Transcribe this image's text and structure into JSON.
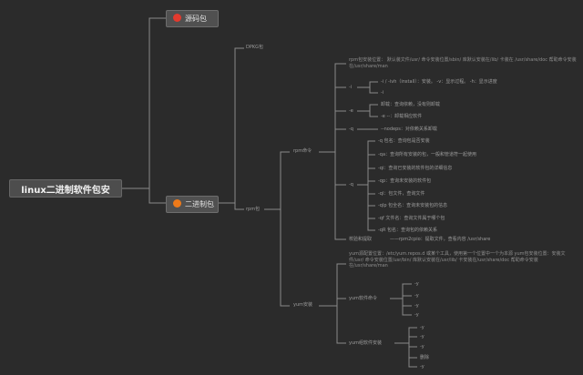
{
  "root": "linux二进制软件包安",
  "branches": {
    "source": "源码包",
    "binary": "二进制包"
  },
  "dpkg": "DPKG包",
  "rpm": "rpm包",
  "rpm_cmd": "rpm命令",
  "rpm_intro": "rpm包安装位置：  默认装文件/usr/ 命令安装位置/sbin/ 库默认安装在/lib/ 卡装在\n/usr/share/doc 帮助命令安装在/usr/share/man",
  "i_group": {
    "key": "-i",
    "items": [
      "-i / -ivh（install）：安装。 -v：显示过程。 -h：显示进度",
      "-i"
    ]
  },
  "e_group": {
    "key": "-e",
    "items": [
      "卸载：查询依赖，没有则卸载",
      "-e --：卸载相应软件"
    ]
  },
  "q_note": "--nodeps：对依赖关系卸载",
  "q_group": {
    "key": "-q",
    "items": [
      "-q 包名：查询包是否安装",
      "-qa：查询所有安装的包，一般和管道符一起使用",
      "-qi：查询已安装的软件包的详细信息",
      "-qp：查询未安装的软件包",
      "-ql：包文件，查询文件",
      "-qlp 包全名：查询未安装包的信息",
      "-qf 文件名：查询文件属于哪个包",
      "-qR 包名：查询包的依赖关系"
    ]
  },
  "verify": {
    "label": "校验和提取",
    "text": "——rpm2cpio：提取文件，查看内容 /usr/share"
  },
  "yum": "yum安装",
  "yum_intro": "yum源配置位置：/etc/yum.repos.d 或某个工具，使用第一个位置中一个为本源 yum包安装位置：安装文件/usr/ 命令安装位置/usr/bin/ 库默认安装在/usr/lib/ 卡安装在/usr/share/doc 帮助命令安装在/usr/share/man",
  "yum_cmds": {
    "label": "yum软件命令",
    "items": [
      "-y",
      "-y",
      "-y",
      "-y"
    ]
  },
  "yum_group": {
    "label": "yum组软件安装",
    "items": [
      "-y",
      "-y",
      "-y",
      "删除",
      "-y"
    ]
  }
}
